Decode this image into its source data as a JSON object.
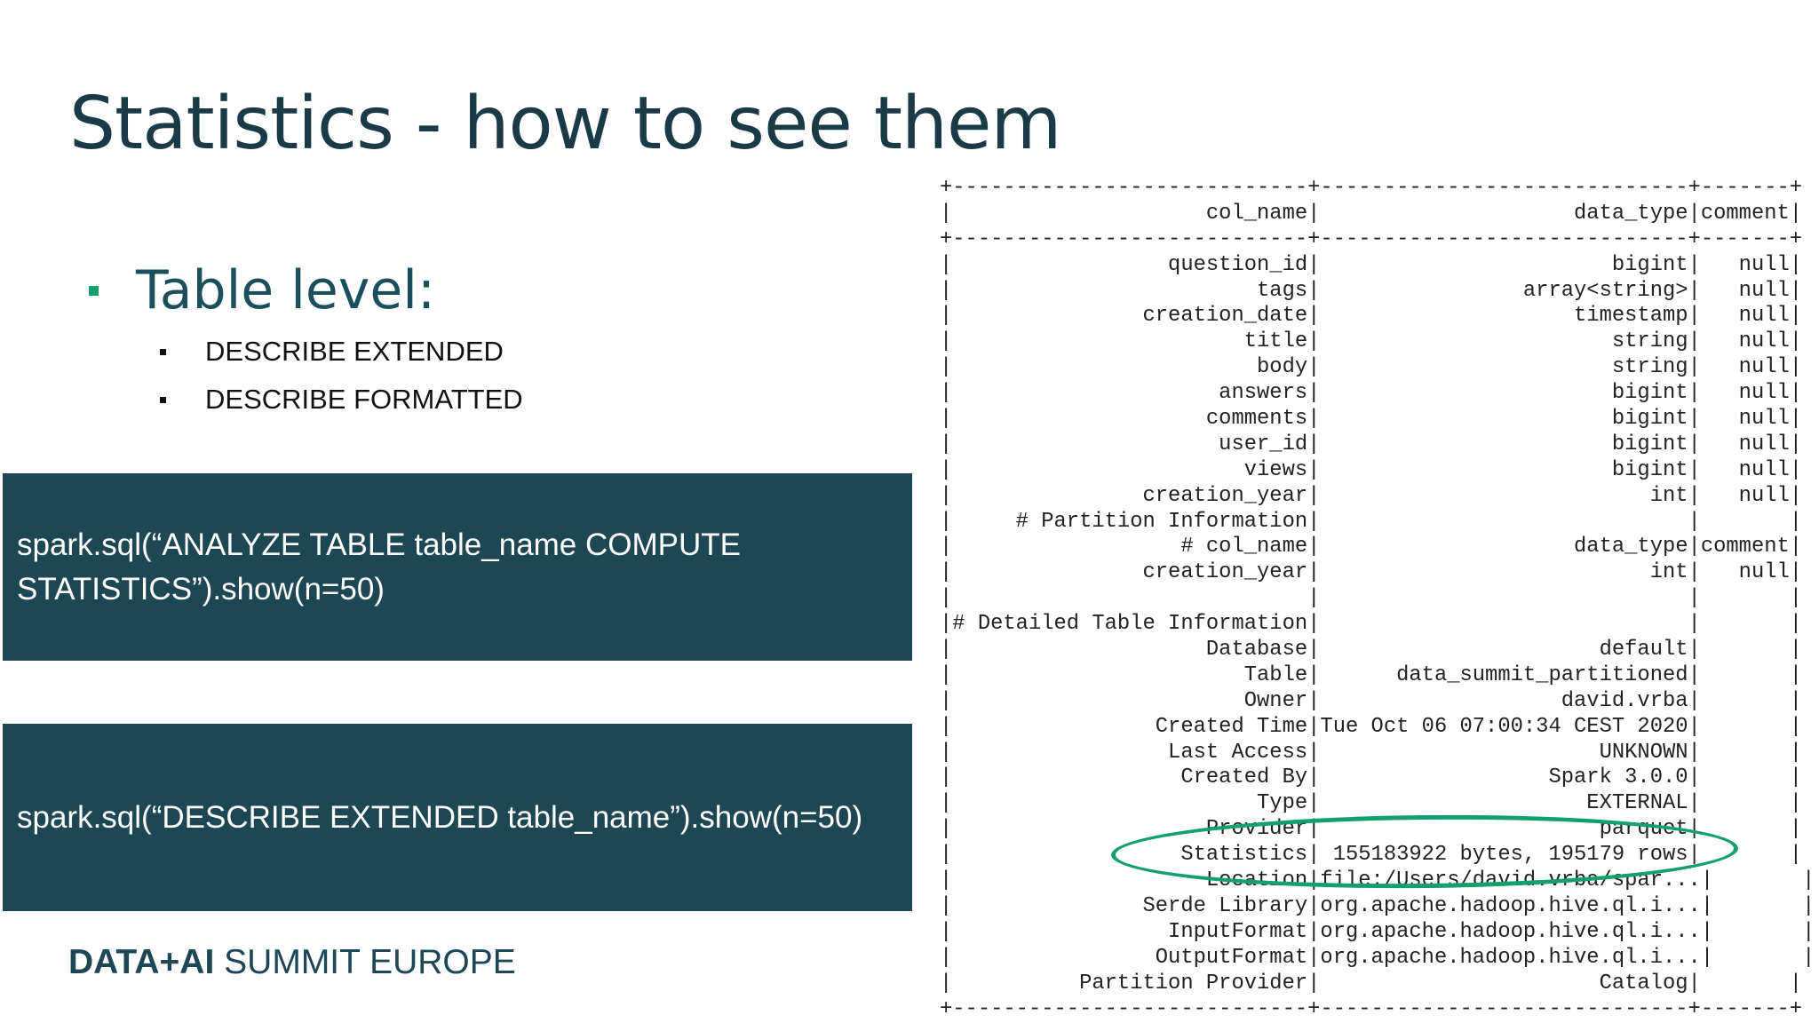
{
  "slide": {
    "title": "Statistics - how to see them",
    "bullet": "Table level:",
    "sub_items": [
      "DESCRIBE EXTENDED",
      "DESCRIBE FORMATTED"
    ],
    "code_box_1": [
      "spark.sql(“ANALYZE TABLE table_name COMPUTE",
      "STATISTICS”).show(n=50)"
    ],
    "code_box_2": [
      "spark.sql(“DESCRIBE EXTENDED table_name”).show(n=50)"
    ],
    "brand_bold": "DATA+AI",
    "brand_rest": " SUMMIT EUROPE"
  },
  "accent_color": "#14a06d",
  "box_color": "#1d4754",
  "describe_table": {
    "headers": [
      "col_name",
      "data_type",
      "comment"
    ],
    "rows": [
      [
        "question_id",
        "bigint",
        "null"
      ],
      [
        "tags",
        "array<string>",
        "null"
      ],
      [
        "creation_date",
        "timestamp",
        "null"
      ],
      [
        "title",
        "string",
        "null"
      ],
      [
        "body",
        "string",
        "null"
      ],
      [
        "answers",
        "bigint",
        "null"
      ],
      [
        "comments",
        "bigint",
        "null"
      ],
      [
        "user_id",
        "bigint",
        "null"
      ],
      [
        "views",
        "bigint",
        "null"
      ],
      [
        "creation_year",
        "int",
        "null"
      ],
      [
        "# Partition Information",
        "",
        ""
      ],
      [
        "# col_name",
        "data_type",
        "comment"
      ],
      [
        "creation_year",
        "int",
        "null"
      ],
      [
        "",
        "",
        ""
      ],
      [
        "# Detailed Table Information",
        "",
        ""
      ],
      [
        "Database",
        "default",
        ""
      ],
      [
        "Table",
        "data_summit_partitioned",
        ""
      ],
      [
        "Owner",
        "david.vrba",
        ""
      ],
      [
        "Created Time",
        "Tue Oct 06 07:00:34 CEST 2020",
        ""
      ],
      [
        "Last Access",
        "UNKNOWN",
        ""
      ],
      [
        "Created By",
        "Spark 3.0.0",
        ""
      ],
      [
        "Type",
        "EXTERNAL",
        ""
      ],
      [
        "Provider",
        "parquet",
        ""
      ],
      [
        "Statistics",
        "155183922 bytes, 195179 rows",
        ""
      ],
      [
        "Location",
        "file:/Users/david.vrba/spar...",
        ""
      ],
      [
        "Serde Library",
        "org.apache.hadoop.hive.ql.i...",
        ""
      ],
      [
        "InputFormat",
        "org.apache.hadoop.hive.ql.i...",
        ""
      ],
      [
        "OutputFormat",
        "org.apache.hadoop.hive.ql.i...",
        ""
      ],
      [
        "Partition Provider",
        "Catalog",
        ""
      ]
    ]
  }
}
